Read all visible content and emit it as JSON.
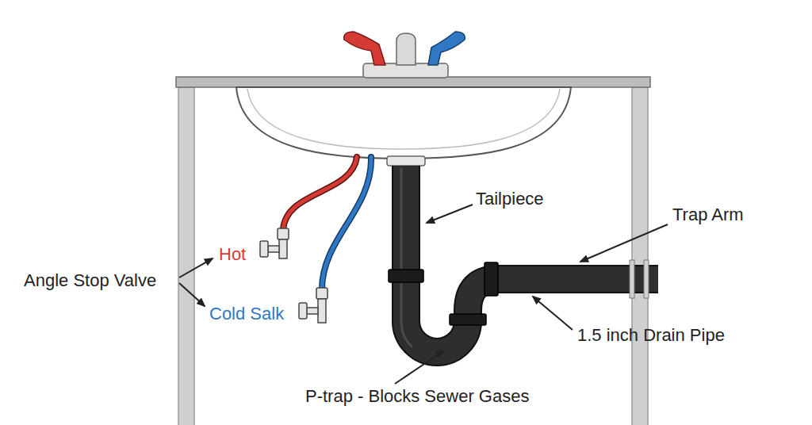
{
  "diagram": {
    "labels": [
      "Tailpiece",
      "Trap Arm",
      "Hot",
      "Angle Stop Valve",
      "Cold Salk",
      "1.5 inch Drain Pipe",
      "P-trap - Blocks Sewer Gases"
    ]
  }
}
